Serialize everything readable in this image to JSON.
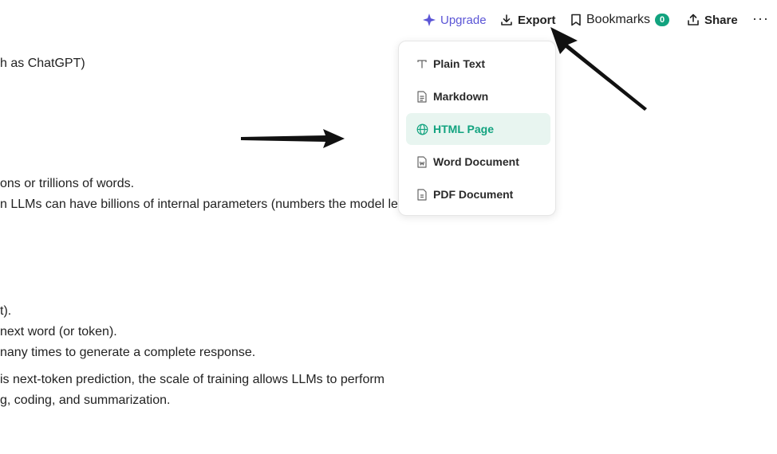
{
  "topbar": {
    "upgrade_label": "Upgrade",
    "export_label": "Export",
    "bookmarks_label": "Bookmarks",
    "bookmarks_count": "0",
    "share_label": "Share",
    "more_label": "···"
  },
  "content": {
    "lines": [
      "h as ChatGPT)",
      "ons or trillions of words.",
      "n LLMs can have billions of internal parameters (numbers the model lea",
      "t).",
      "next word (or token).",
      "nany times to generate a complete response.",
      " is next-token prediction, the scale of training allows LLMs to perform",
      "g, coding, and summarization."
    ]
  },
  "export_menu": {
    "items": [
      {
        "label": "Plain Text",
        "icon": "text-t-icon"
      },
      {
        "label": "Markdown",
        "icon": "document-icon"
      },
      {
        "label": "HTML Page",
        "icon": "globe-icon",
        "active": true
      },
      {
        "label": "Word Document",
        "icon": "document-icon"
      },
      {
        "label": "PDF Document",
        "icon": "document-icon"
      }
    ]
  },
  "colors": {
    "accent_green": "#12a37f",
    "upgrade_purple": "#5b55d6",
    "active_bg": "#e8f5f0"
  }
}
